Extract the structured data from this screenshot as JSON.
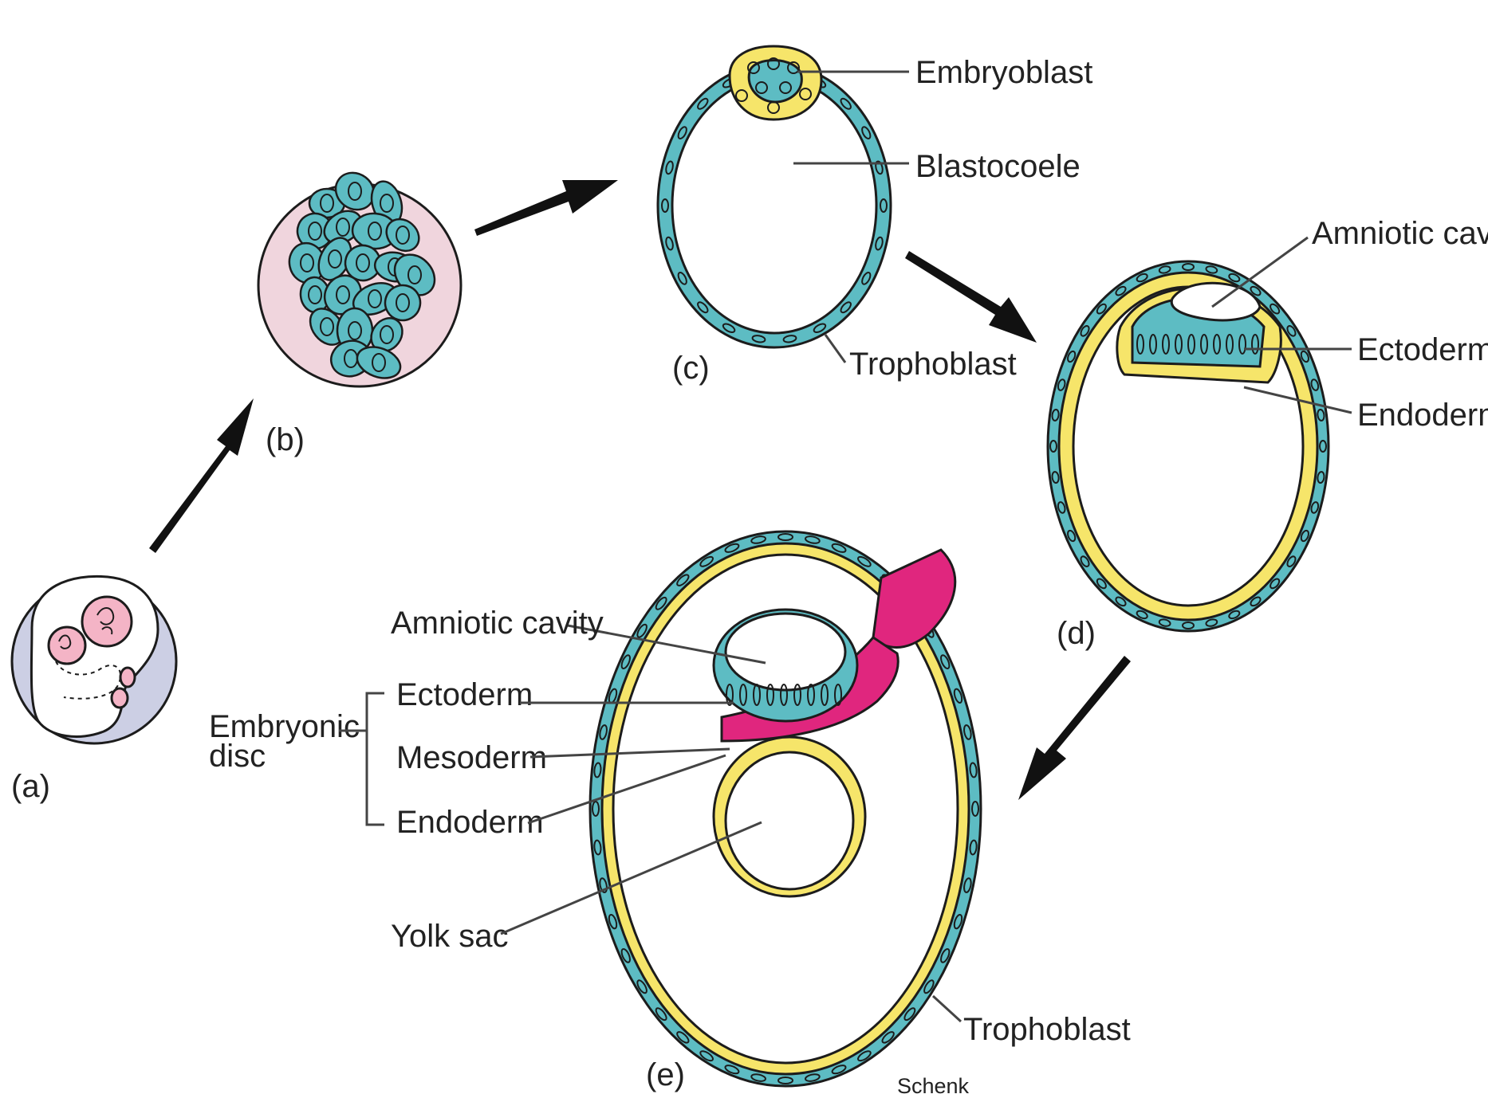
{
  "colors": {
    "teal": "#5dbcc3",
    "yellow": "#f6e56a",
    "magenta": "#e0267e",
    "pink_zona": "#f0d5dd",
    "lavender": "#cccfe4",
    "nucleus_pink": "#f4b4c6",
    "outline": "#1c1c1c"
  },
  "stages": {
    "a": "(a)",
    "b": "(b)",
    "c": "(c)",
    "d": "(d)",
    "e": "(e)"
  },
  "labels_c": {
    "embryoblast": "Embryoblast",
    "blastocoele": "Blastocoele",
    "trophoblast": "Trophoblast"
  },
  "labels_d": {
    "amniotic_cavity": "Amniotic cavity",
    "ectoderm": "Ectoderm",
    "endoderm": "Endoderm"
  },
  "labels_e": {
    "amniotic_cavity": "Amniotic cavity",
    "embryonic_disc_line1": "Embryonic",
    "embryonic_disc_line2": "disc",
    "ectoderm": "Ectoderm",
    "mesoderm": "Mesoderm",
    "endoderm": "Endoderm",
    "yolk_sac": "Yolk sac",
    "trophoblast": "Trophoblast"
  },
  "signature": "Schenk",
  "icons": [
    "progression-arrow",
    "cell-nucleus"
  ]
}
